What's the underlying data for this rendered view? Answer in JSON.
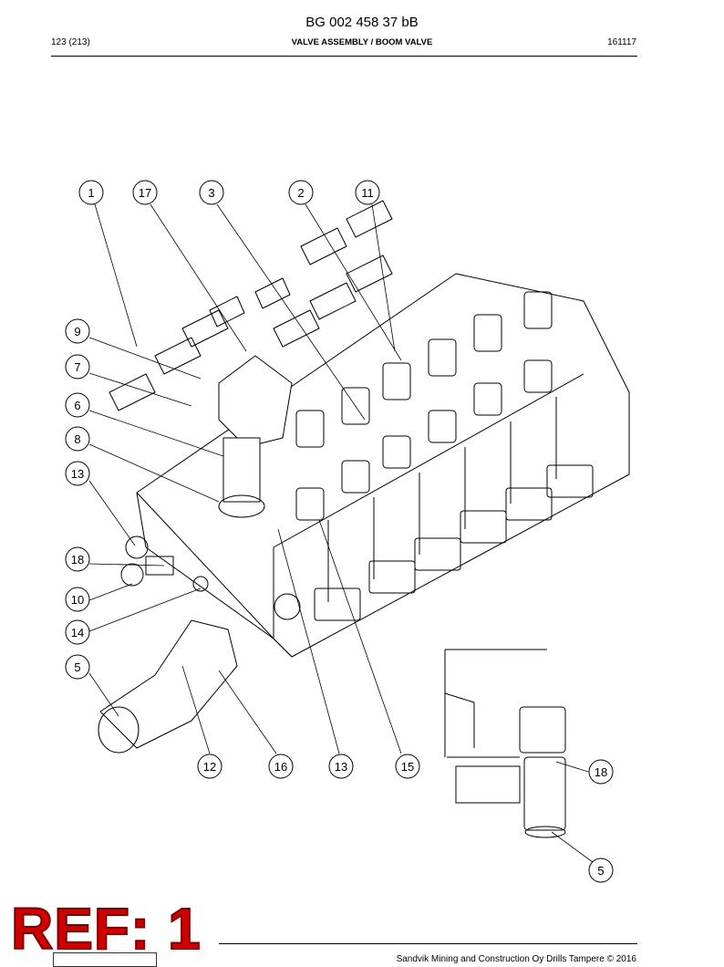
{
  "header": {
    "doc_number": "BG 002 458 37 bB",
    "page": "123 (213)",
    "title": "VALVE ASSEMBLY / BOOM VALVE",
    "date_code": "161117"
  },
  "callouts": {
    "c1": "1",
    "c17": "17",
    "c3": "3",
    "c2": "2",
    "c11": "11",
    "c9": "9",
    "c7": "7",
    "c6": "6",
    "c8": "8",
    "c13a": "13",
    "c18a": "18",
    "c10": "10",
    "c14": "14",
    "c5a": "5",
    "c12": "12",
    "c16": "16",
    "c13b": "13",
    "c15": "15",
    "c18b": "18",
    "c5b": "5"
  },
  "stamp": "REF: 1",
  "footer": {
    "copyright": "Sandvik Mining and Construction Oy Drills Tampere © 2016"
  }
}
